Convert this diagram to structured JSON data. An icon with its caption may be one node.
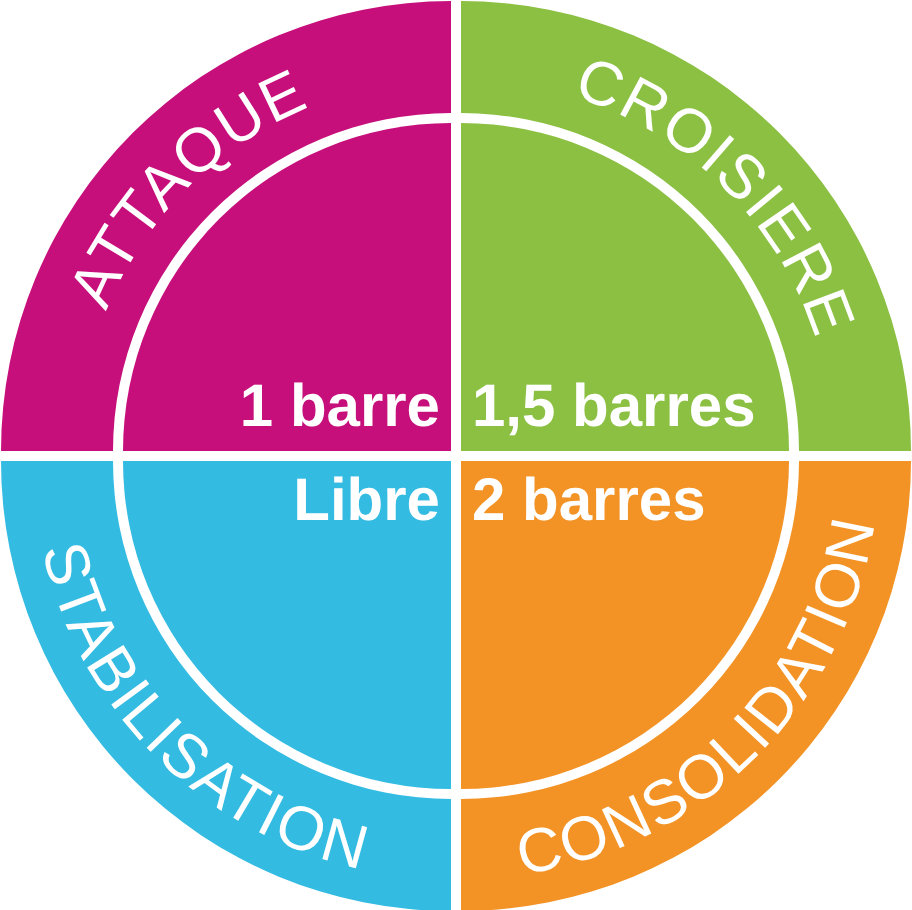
{
  "diagram": {
    "nodes": [
      {
        "text": [
          "ATTAQUE",
          "1 barre"
        ]
      },
      {
        "text": [
          "CROISIERE",
          "1,5 barres"
        ]
      },
      {
        "text": [
          "Libre",
          "STABILISATION"
        ]
      },
      {
        "text": [
          "2 barres",
          "CONSOLIDATION"
        ]
      }
    ]
  }
}
